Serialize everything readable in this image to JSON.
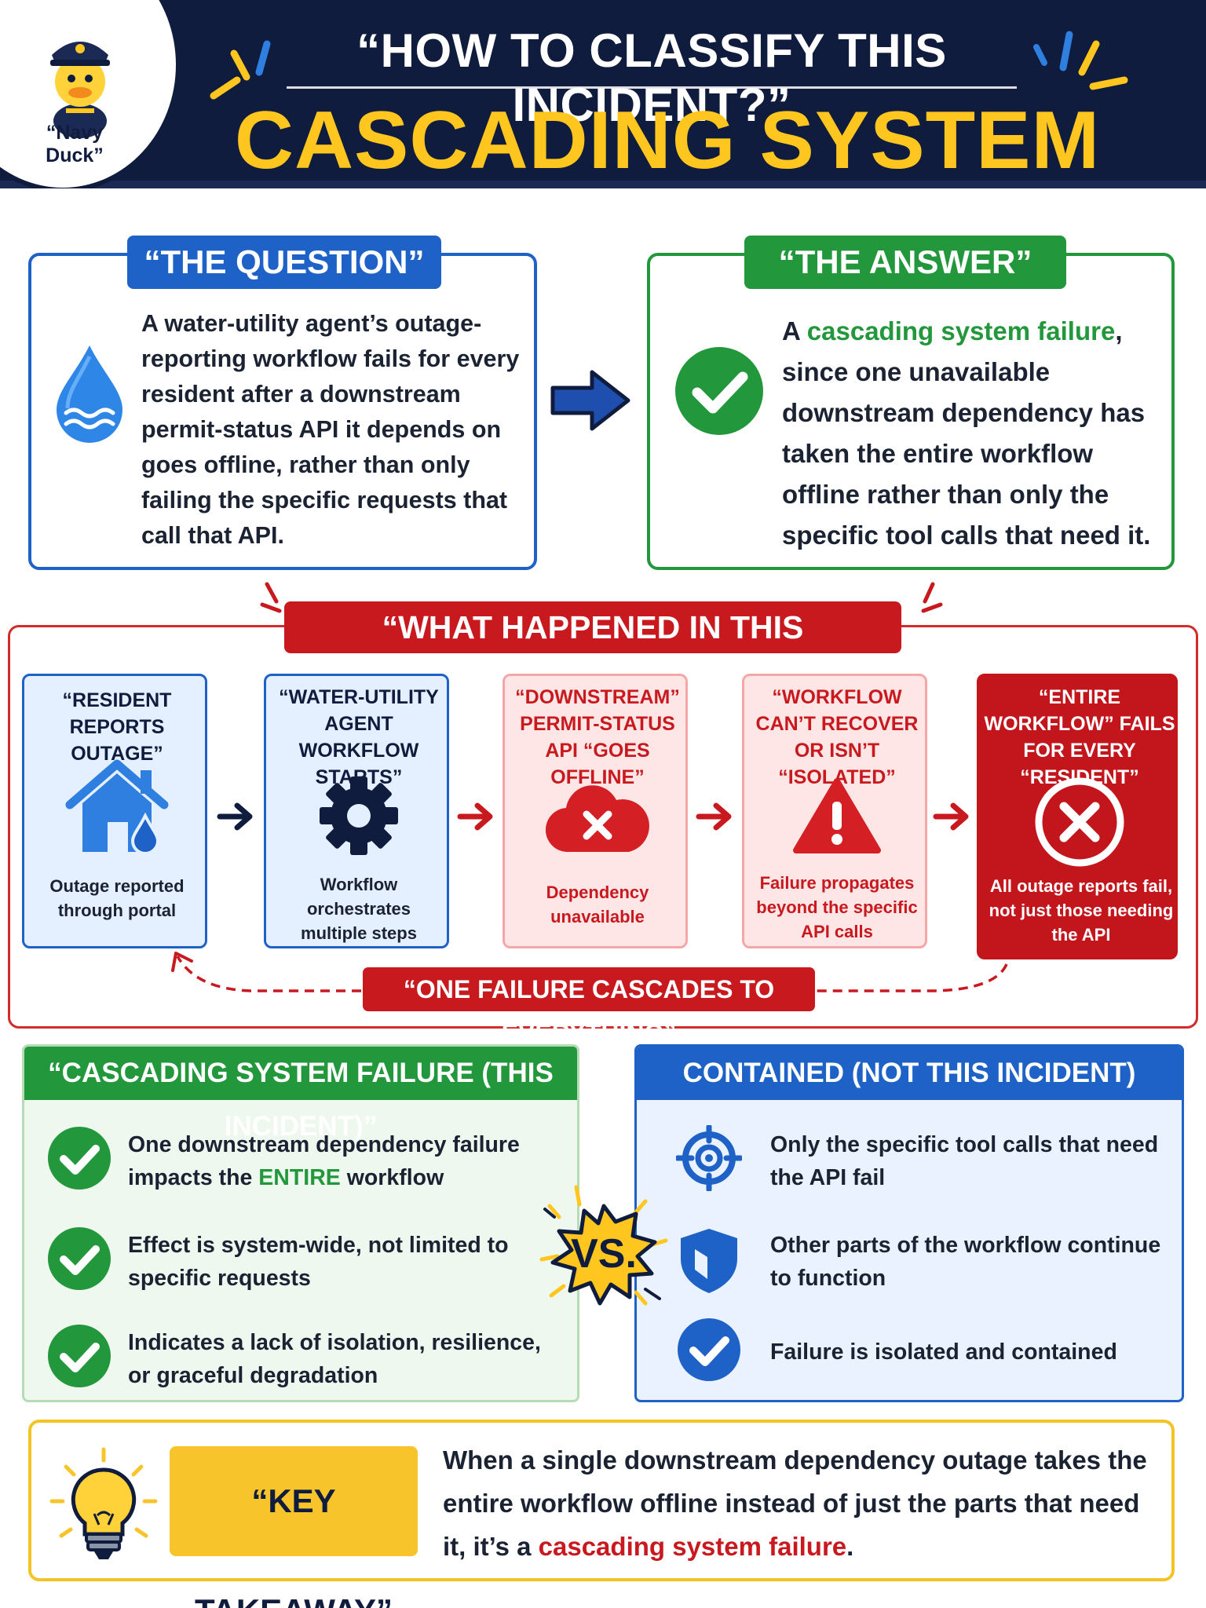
{
  "header": {
    "mascot_name": "“Navy Duck”",
    "subtitle": "“HOW TO CLASSIFY THIS INCIDENT?”",
    "title": "CASCADING SYSTEM FAILURE"
  },
  "question": {
    "label": "“THE QUESTION”",
    "icon": "water-drop-icon",
    "text": "A water-utility agent’s outage-reporting workflow fails for every resident after a downstream permit-status API it depends on goes offline, rather than only failing the specific requests that call that API."
  },
  "answer": {
    "label": "“THE ANSWER”",
    "icon": "check-circle-icon",
    "text_prefix": "A ",
    "text_highlight": "cascading system failure",
    "text_suffix": ", since one unavailable downstream dependency has taken the entire workflow offline rather than only the specific tool calls that need it."
  },
  "incident": {
    "label": "“WHAT HAPPENED IN THIS INCIDENT?”",
    "steps": [
      {
        "title": "“RESIDENT REPORTS OUTAGE”",
        "icon": "house-icon",
        "desc": "Outage reported through portal"
      },
      {
        "title": "“WATER-UTILITY AGENT WORKFLOW STARTS”",
        "icon": "gear-icon",
        "desc": "Workflow orchestrates multiple steps"
      },
      {
        "title": "“DOWNSTREAM” PERMIT-STATUS API “GOES OFFLINE”",
        "icon": "cloud-error-icon",
        "desc": "Dependency unavailable"
      },
      {
        "title": "“WORKFLOW CAN’T RECOVER OR ISN’T “ISOLATED”",
        "icon": "warning-icon",
        "desc": "Failure propagates beyond the specific API calls"
      },
      {
        "title": "“ENTIRE WORKFLOW” FAILS FOR EVERY “RESIDENT”",
        "icon": "x-circle-icon",
        "desc": "All outage reports fail, not just those needing the API"
      }
    ],
    "cascade_label": "“ONE FAILURE CASCADES TO EVERYTHING”"
  },
  "comparison": {
    "cascading": {
      "header": "“CASCADING SYSTEM FAILURE (THIS INCIDENT)”",
      "items": [
        {
          "prefix": "One downstream dependency failure impacts the ",
          "highlight": "ENTIRE",
          "suffix": " workflow"
        },
        {
          "prefix": "Effect is system-wide, not limited to specific requests",
          "highlight": "",
          "suffix": ""
        },
        {
          "prefix": "Indicates a lack of isolation, resilience, or graceful degradation",
          "highlight": "",
          "suffix": ""
        }
      ]
    },
    "vs_label": "VS.",
    "contained": {
      "header": "CONTAINED (NOT THIS INCIDENT)",
      "items": [
        {
          "icon": "target-icon",
          "text": "Only the specific tool calls that need the API fail"
        },
        {
          "icon": "shield-icon",
          "text": "Other parts of the workflow continue to function"
        },
        {
          "icon": "check-circle-icon",
          "text": "Failure is isolated and contained"
        }
      ]
    }
  },
  "takeaway": {
    "label": "“KEY TAKEAWAY”",
    "text_prefix": "When a single downstream dependency outage takes the entire workflow offline instead of just the parts that need it, it’s a ",
    "text_highlight": "cascading system failure",
    "text_suffix": "."
  },
  "colors": {
    "navy": "#101c3d",
    "gold": "#ffc61f",
    "blue": "#1e62c8",
    "green": "#22973c",
    "red": "#c8191f"
  }
}
